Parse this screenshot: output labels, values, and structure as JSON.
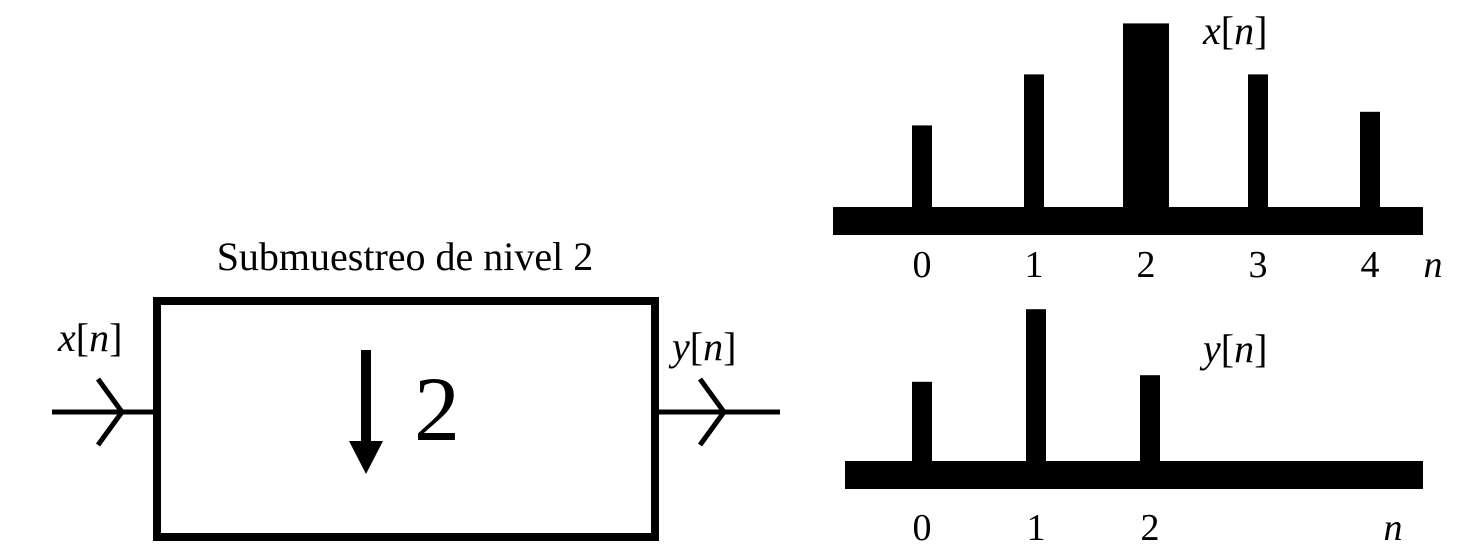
{
  "block": {
    "title": "Submuestreo de nivel 2",
    "factor": "2",
    "input_label_var": "x",
    "input_label_idx": "n",
    "output_label_var": "y",
    "output_label_idx": "n"
  },
  "chart_data": [
    {
      "type": "bar",
      "series": [
        {
          "name": "x[n]",
          "values": [
            1.2,
            1.95,
            2.7,
            1.95,
            1.4
          ]
        }
      ],
      "categories": [
        "0",
        "1",
        "2",
        "3",
        "4"
      ],
      "title_var": "x",
      "title_idx": "n",
      "xlabel": "n",
      "highlight_index": 2
    },
    {
      "type": "bar",
      "series": [
        {
          "name": "y[n]",
          "values": [
            1.2,
            2.3,
            1.3
          ]
        }
      ],
      "categories": [
        "0",
        "1",
        "2"
      ],
      "title_var": "y",
      "title_idx": "n",
      "xlabel": "n"
    }
  ]
}
